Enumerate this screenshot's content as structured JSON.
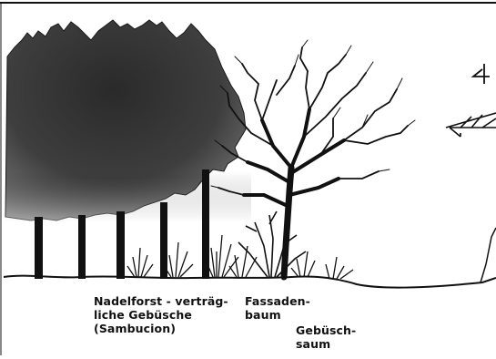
{
  "figure": {
    "labels": {
      "nadelforst": {
        "line1": "Nadelforst - verträg-",
        "line2": "liche Gebüsche",
        "line3": "(Sambucion)"
      },
      "fassadenbaum": {
        "line1": "Fassaden-",
        "line2": "baum"
      },
      "gebueschsaum": {
        "line1": "Gebüsch-",
        "line2": "saum"
      }
    },
    "colors": {
      "ink": "#111111",
      "forest_dark": "#2e2e2e",
      "forest_light": "#6e6e6e",
      "background": "#ffffff"
    }
  }
}
